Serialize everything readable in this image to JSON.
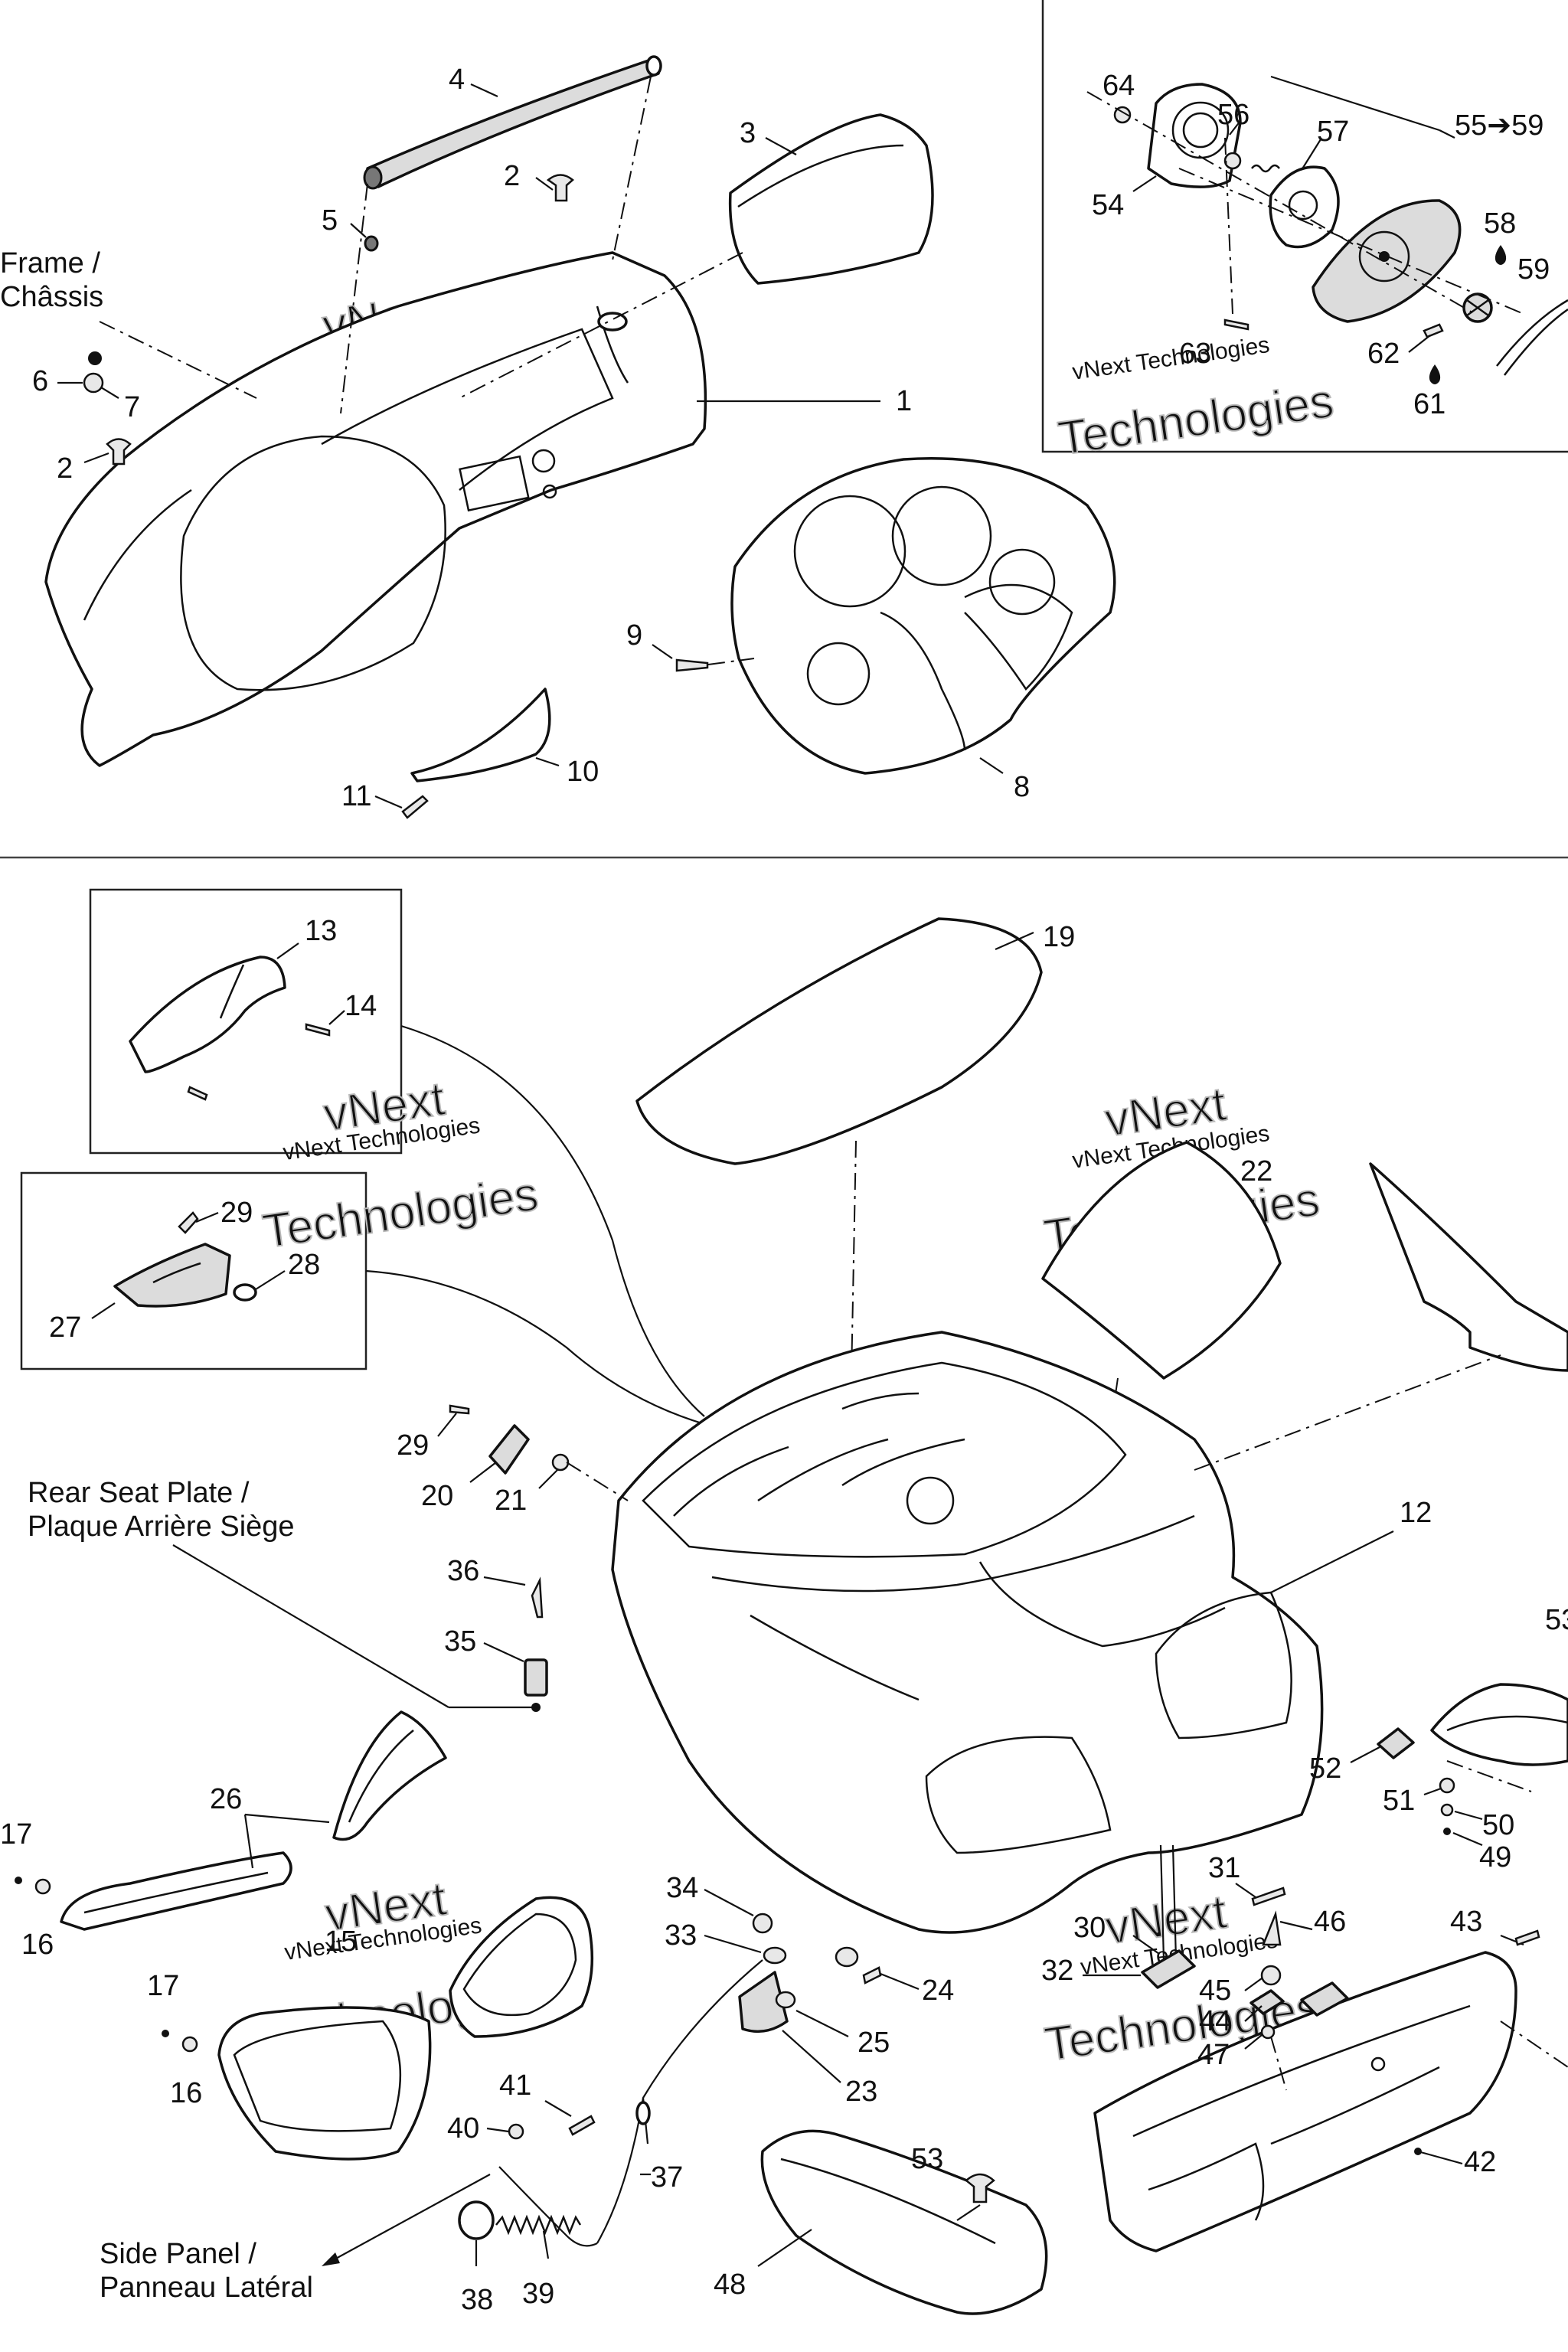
{
  "captions": {
    "frame_en": "Frame /",
    "frame_fr": "Châssis",
    "rear_seat_en": "Rear Seat Plate /",
    "rear_seat_fr": "Plaque Arrière Siège",
    "side_panel_en": "Side Panel /",
    "side_panel_fr": "Panneau Latéral",
    "inset_range": "55➔59"
  },
  "watermark": {
    "line1": "vNext Technologies",
    "line2": "vNext",
    "line3": "Technologies"
  },
  "callouts": {
    "n1": "1",
    "n2a": "2",
    "n2b": "2",
    "n3": "3",
    "n4": "4",
    "n5": "5",
    "n6": "6",
    "n7": "7",
    "n8": "8",
    "n9": "9",
    "n10": "10",
    "n11": "11",
    "n12": "12",
    "n13": "13",
    "n14": "14",
    "n15": "15",
    "n16a": "16",
    "n16b": "16",
    "n17a": "17",
    "n17b": "17",
    "n19": "19",
    "n20": "20",
    "n21": "21",
    "n22": "22",
    "n23": "23",
    "n24": "24",
    "n25": "25",
    "n26": "26",
    "n27": "27",
    "n28": "28",
    "n29a": "29",
    "n29b": "29",
    "n30": "30",
    "n31": "31",
    "n32": "32",
    "n33": "33",
    "n34": "34",
    "n35": "35",
    "n36": "36",
    "n37": "37",
    "n38": "38",
    "n39": "39",
    "n40": "40",
    "n41": "41",
    "n42": "42",
    "n43": "43",
    "n44": "44",
    "n45": "45",
    "n46": "46",
    "n47": "47",
    "n48": "48",
    "n49": "49",
    "n50": "50",
    "n51": "51",
    "n52": "52",
    "n53a": "53",
    "n53b": "53",
    "n54": "54",
    "n56": "56",
    "n57": "57",
    "n58": "58",
    "n59": "59",
    "n61": "61",
    "n62": "62",
    "n63": "63",
    "n64": "64"
  }
}
